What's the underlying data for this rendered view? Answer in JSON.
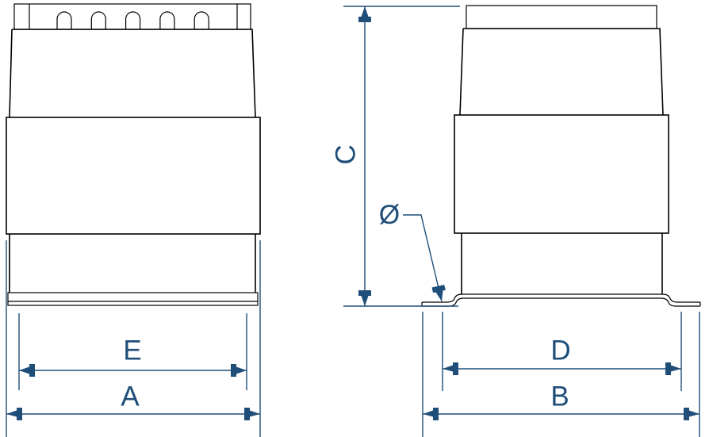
{
  "colors": {
    "outline": "#000000",
    "dimension": "#1f4e79",
    "background": "#ffffff"
  },
  "views": {
    "front": {
      "dim_labels": {
        "flange_width": "E",
        "overall_width": "A"
      }
    },
    "side": {
      "dim_labels": {
        "height": "C",
        "hole_diameter_symbol": "Ø",
        "foot_span": "D",
        "overall_width": "B"
      }
    }
  }
}
